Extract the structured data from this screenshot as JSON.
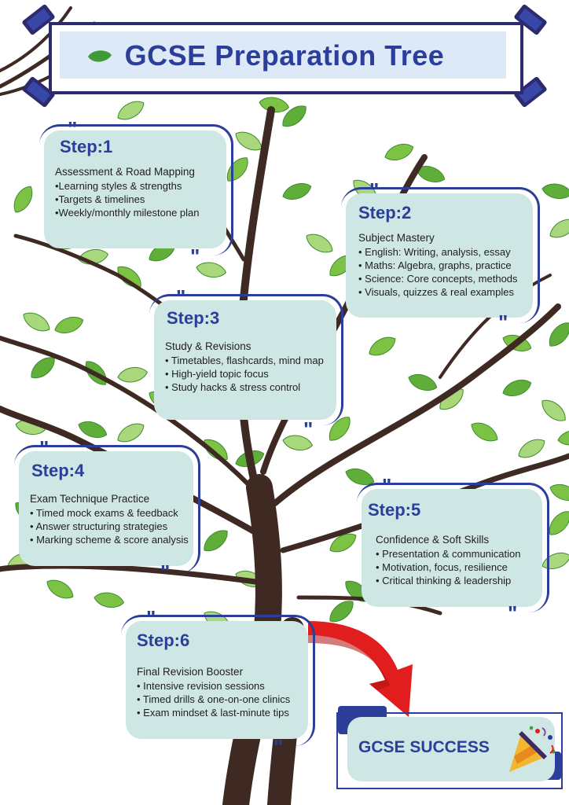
{
  "poster": {
    "title": "GCSE Preparation Tree"
  },
  "steps": [
    {
      "title": "Step:1",
      "heading": "Assessment & Road Mapping",
      "items": [
        "•Learning styles & strengths",
        "•Targets & timelines",
        "•Weekly/monthly milestone plan"
      ]
    },
    {
      "title": "Step:2",
      "heading": "Subject Mastery",
      "items": [
        "• English: Writing, analysis, essay",
        "• Maths: Algebra, graphs, practice",
        "• Science: Core concepts, methods",
        "• Visuals, quizzes & real examples"
      ]
    },
    {
      "title": "Step:3",
      "heading": "Study & Revisions",
      "items": [
        "• Timetables, flashcards, mind map",
        "• High-yield topic focus",
        "• Study hacks & stress control"
      ]
    },
    {
      "title": "Step:4",
      "heading": "Exam Technique Practice",
      "items": [
        "• Timed mock exams & feedback",
        "• Answer structuring strategies",
        "• Marking scheme & score analysis"
      ]
    },
    {
      "title": "Step:5",
      "heading": "Confidence & Soft Skills",
      "items": [
        "• Presentation & communication",
        "• Motivation, focus, resilience",
        "• Critical thinking & leadership"
      ]
    },
    {
      "title": "Step:6",
      "heading": "Final Revision Booster",
      "items": [
        "• Intensive revision sessions",
        "• Timed drills & one-on-one clinics",
        "• Exam mindset & last-minute tips"
      ]
    }
  ],
  "success": {
    "label": "GCSE SUCCESS"
  },
  "colors": {
    "navy": "#2b3e9a",
    "card": "#cfe7e4",
    "trunk": "#3e2a22",
    "leaf": "#7cc245",
    "arrow": "#e11d1d"
  },
  "icons": {
    "quote_marks": "quote-icon",
    "celebration": "party-popper-icon"
  }
}
